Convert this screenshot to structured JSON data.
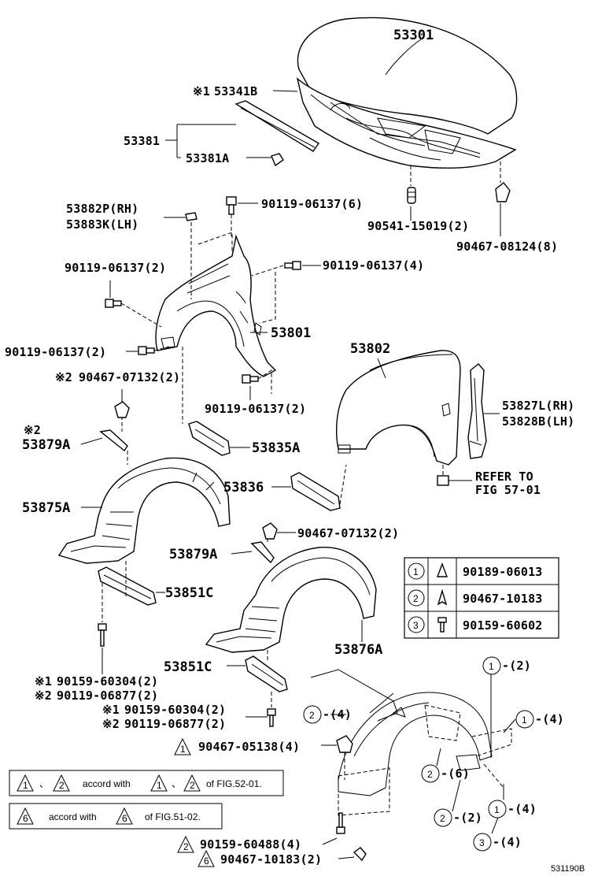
{
  "parts": {
    "hood": "53301",
    "hood_seal_mark": "※1",
    "hood_seal": "53341B",
    "hood_weatherstrip": "53381",
    "hood_weatherstrip_clip": "53381A",
    "bracket_rh": "53882P(RH)",
    "bracket_lh": "53883K(LH)",
    "bolt_top": "90119-06137(6)",
    "hood_bumper": "90541-15019(2)",
    "hood_clip": "90467-08124(8)",
    "bolt_left_upper": "90119-06137(2)",
    "bolt_right_upper": "90119-06137(4)",
    "fender_liner_panel": "53801",
    "bolt_left_lower": "90119-06137(2)",
    "clip_mark_a": "※2",
    "clip_a": "90467-07132(2)",
    "bolt_bottom": "90119-06137(2)",
    "front_fender": "53802",
    "fender_seal_rh": "53827L(RH)",
    "fender_seal_lh": "53828B(LH)",
    "refer_line1": "REFER TO",
    "refer_line2": "FIG 57-01",
    "seal_mark": "※2",
    "seal_left": "53879A",
    "fender_bracket": "53835A",
    "fender_bracket_b": "53836",
    "liner_left": "53875A",
    "clip_b": "90467-07132(2)",
    "seal_right": "53879A",
    "splash_left": "53851C",
    "liner_right": "53876A",
    "splash_right": "53851C",
    "screw_l1_mark": "※1",
    "screw_l1": "90159-60304(2)",
    "screw_l2_mark": "※2",
    "screw_l2": "90119-06877(2)",
    "screw_r1_mark": "※1",
    "screw_r1": "90159-60304(2)",
    "screw_r2_mark": "※2",
    "screw_r2": "90119-06877(2)",
    "tri1_num": "1",
    "tri1_part": "90467-05138(4)",
    "tri2_num": "2",
    "tri2_part": "90159-60488(4)",
    "tri6_num": "6",
    "tri6_part": "90467-10183(2)"
  },
  "legend": [
    {
      "num": "1",
      "part": "90189-06013"
    },
    {
      "num": "2",
      "part": "90467-10183"
    },
    {
      "num": "3",
      "part": "90159-60602"
    }
  ],
  "callouts": {
    "c1a_num": "1",
    "c1a_qty": "-(2)",
    "c1b_num": "1",
    "c1b_qty": "-(4)",
    "c2a_num": "2",
    "c2a_qty": "-(4)",
    "c2b_num": "2",
    "c2b_qty": "-(6)",
    "c2c_num": "2",
    "c2c_qty": "-(2)",
    "c1c_num": "1",
    "c1c_qty": "-(4)",
    "c3_num": "3",
    "c3_qty": "-(4)"
  },
  "notes": {
    "note1_t1": "1",
    "note1_sep1": "、",
    "note1_t2": "2",
    "note1_text": "accord with",
    "note1_t3": "1",
    "note1_sep2": "、",
    "note1_t4": "2",
    "note1_ref": "of FIG.52-01.",
    "note2_t1": "6",
    "note2_text": "accord with",
    "note2_t2": "6",
    "note2_ref": "of FIG.51-02."
  },
  "catalog_code": "531190B"
}
